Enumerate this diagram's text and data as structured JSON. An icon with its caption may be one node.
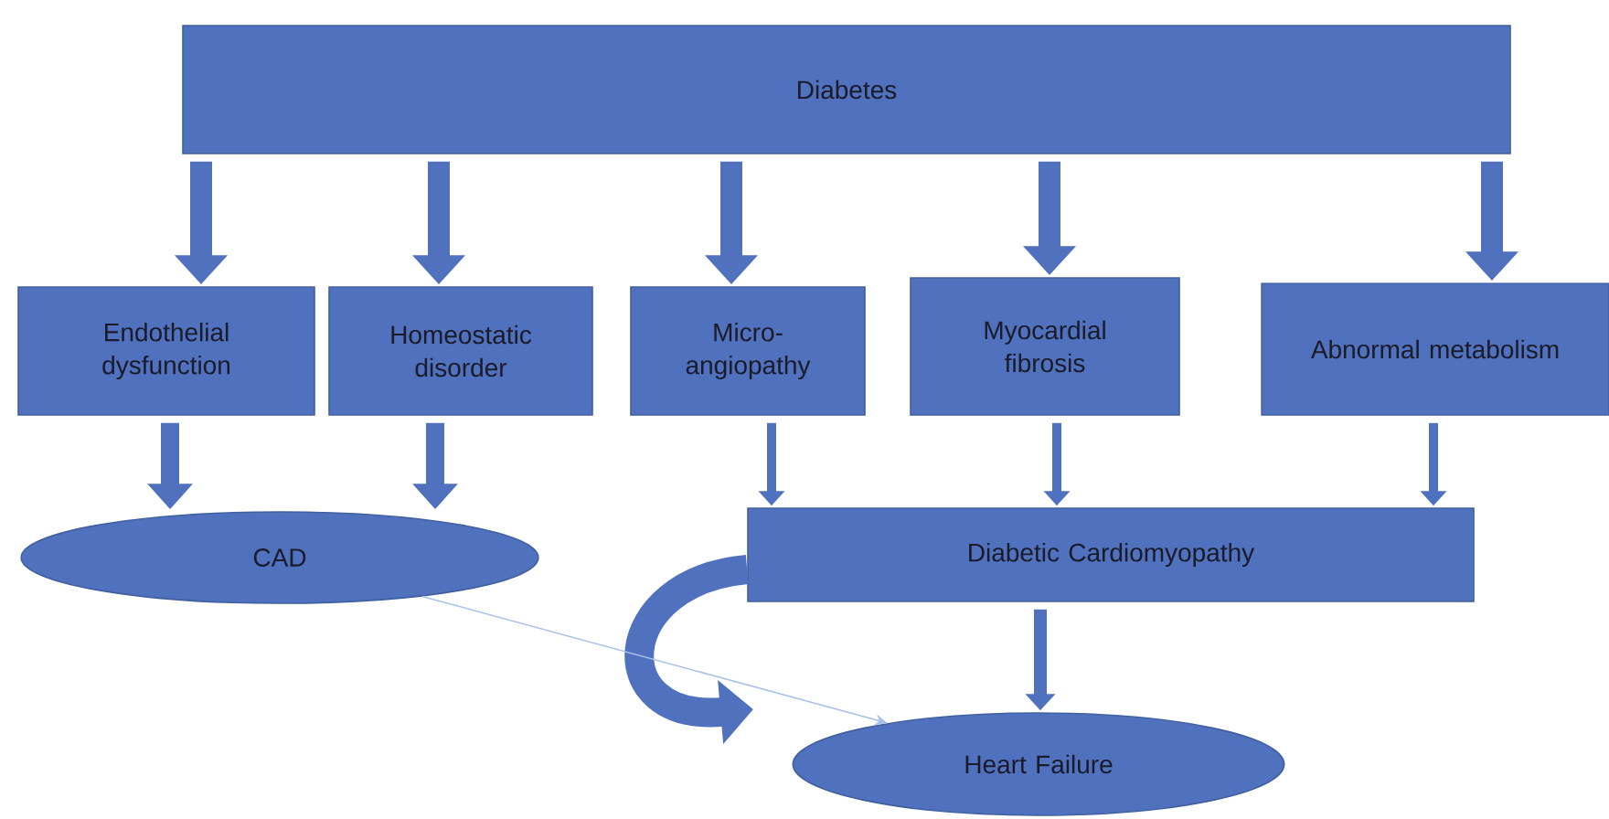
{
  "diagram": {
    "nodes": [
      {
        "text": [
          "Diabetes"
        ]
      },
      {
        "text": [
          "Endothelial dysfunction"
        ]
      },
      {
        "text": [
          "Homeostatic disorder"
        ]
      },
      {
        "text": [
          "Micro- angiopathy"
        ]
      },
      {
        "text": [
          "Myocardial fibrosis"
        ]
      },
      {
        "text": [
          "Abnormal metabolism"
        ]
      },
      {
        "text": [
          "CAD"
        ]
      },
      {
        "text": [
          "Diabetic Cardiomyopathy"
        ]
      },
      {
        "text": [
          "Heart Failure"
        ]
      }
    ],
    "edges": [
      {
        "from": 0,
        "to": 1,
        "arrow": "to"
      },
      {
        "from": 0,
        "to": 2,
        "arrow": "to"
      },
      {
        "from": 0,
        "to": 3,
        "arrow": "to"
      },
      {
        "from": 0,
        "to": 4,
        "arrow": "to"
      },
      {
        "from": 0,
        "to": 5,
        "arrow": "to"
      },
      {
        "from": 1,
        "to": 6,
        "arrow": "to"
      },
      {
        "from": 2,
        "to": 6,
        "arrow": "to"
      },
      {
        "from": 3,
        "to": 7,
        "arrow": "to"
      },
      {
        "from": 4,
        "to": 7,
        "arrow": "to"
      },
      {
        "from": 5,
        "to": 7,
        "arrow": "to"
      },
      {
        "from": 7,
        "to": 8,
        "arrow": "to"
      },
      {
        "from": 7,
        "to": 8,
        "arrow": "to"
      },
      {
        "from": 6,
        "to": 8,
        "arrow": "to",
        "color": "#a9c0e8"
      }
    ]
  }
}
